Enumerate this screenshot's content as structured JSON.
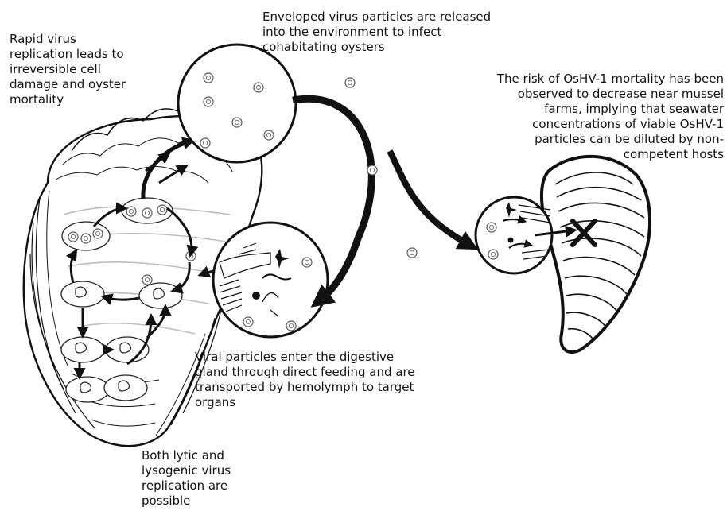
{
  "labels": {
    "replication": "Rapid virus\nreplication leads to\nirreversible cell\ndamage and oyster\nmortality",
    "released": "Enveloped virus particles are released\ninto the environment to infect\ncohabitating oysters",
    "risk": "The risk of OsHV-1 mortality has been\nobserved to decrease near mussel\nfarms, implying that seawater\nconcentrations of viable OsHV-1\nparticles can be diluted by non-\ncompetent hosts",
    "entry": "Viral particles enter the digestive\ngland through direct feeding and are\ntransported by hemolymph to target\norgans",
    "lytic": "Both lytic and\nlysogenic virus\nreplication are\npossible"
  },
  "icons": {
    "oyster": "oyster-shell-icon",
    "mussel": "mussel-shell-icon",
    "virus": "virus-particle-icon",
    "cell": "host-cell-icon",
    "blocked": "x-mark-icon"
  },
  "colors": {
    "ink": "#111111",
    "paper": "#ffffff",
    "vein": "#bdbdbd"
  }
}
